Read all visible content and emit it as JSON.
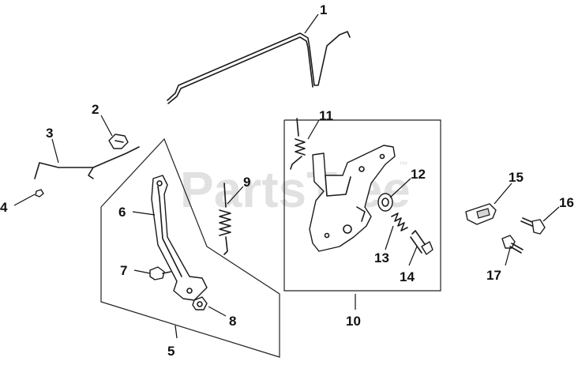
{
  "watermark": {
    "text": "PartsTree",
    "trademark": "™"
  },
  "callouts": [
    "1",
    "2",
    "3",
    "4",
    "5",
    "6",
    "7",
    "8",
    "9",
    "10",
    "11",
    "12",
    "13",
    "14",
    "15",
    "16",
    "17"
  ]
}
